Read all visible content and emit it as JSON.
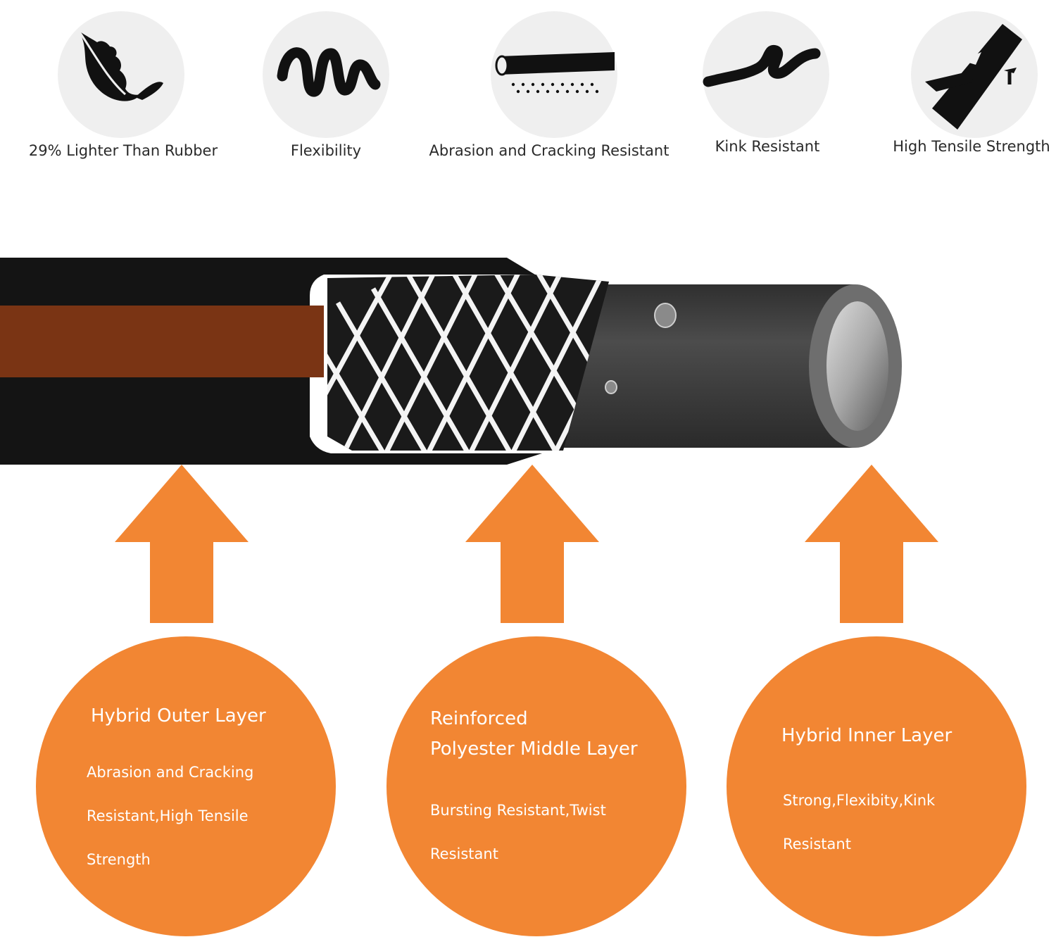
{
  "colors": {
    "accent_orange": "#F28633",
    "hose_black": "#141414",
    "hose_stripe": "#7A3414",
    "inner_tube": "#4A4A4A",
    "icon_circle": "#EFEFEF"
  },
  "features": [
    {
      "icon": "feather-icon",
      "label": "29% Lighter Than Rubber"
    },
    {
      "icon": "flexible-hose-icon",
      "label": "Flexibility"
    },
    {
      "icon": "abrasion-hose-icon",
      "label": "Abrasion and Cracking Resistant"
    },
    {
      "icon": "kink-hose-icon",
      "label": "Kink Resistant"
    },
    {
      "icon": "tensile-strength-icon",
      "label": "High Tensile Strength"
    }
  ],
  "layers": [
    {
      "title_lines": [
        "Hybrid Outer Layer"
      ],
      "desc_lines": [
        "Abrasion and Cracking",
        "Resistant,High Tensile",
        "Strength"
      ]
    },
    {
      "title_lines": [
        "Reinforced",
        "Polyester Middle Layer"
      ],
      "desc_lines": [
        "Bursting Resistant,Twist",
        "Resistant"
      ]
    },
    {
      "title_lines": [
        "Hybrid Inner Layer"
      ],
      "desc_lines": [
        "Strong,Flexibity,Kink",
        "Resistant"
      ]
    }
  ]
}
